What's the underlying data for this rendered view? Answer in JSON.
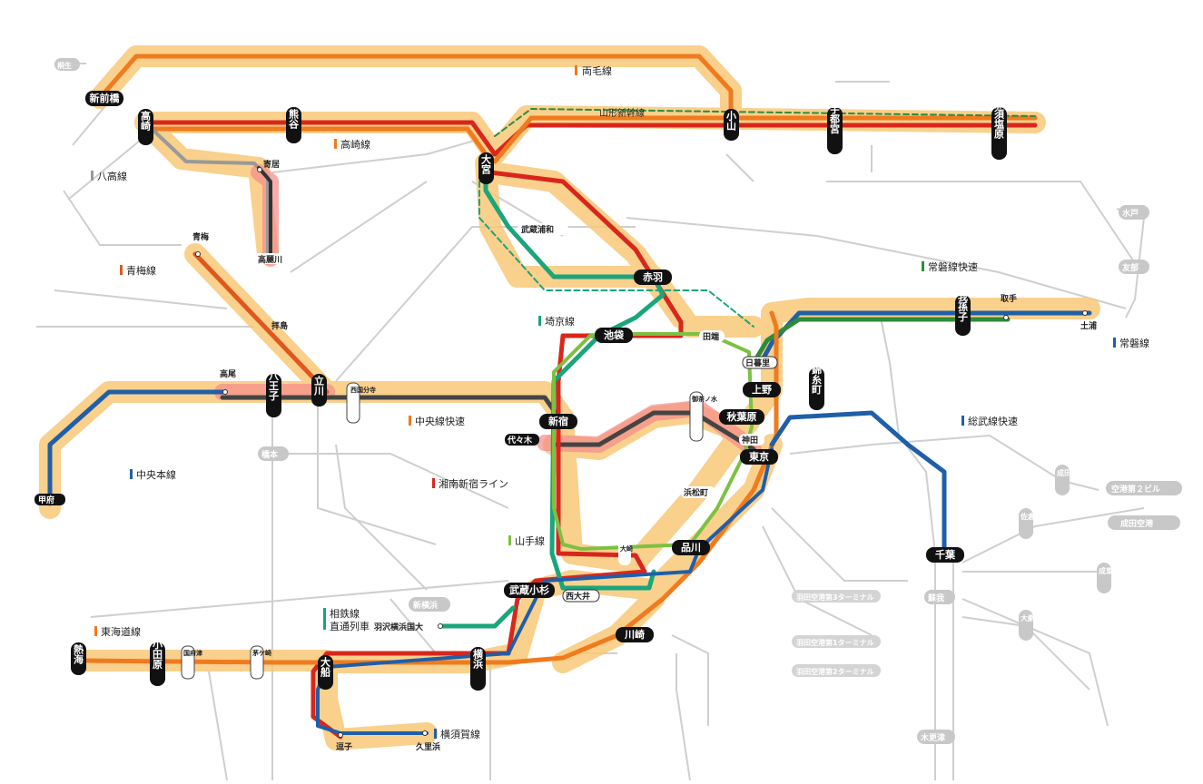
{
  "colors": {
    "glow": "#f8c878",
    "tohoku": "#f07a1e",
    "takasaki": "#d9261c",
    "shonan": "#d9261c",
    "chuo": "#e0571e",
    "keihin": "#1f5fa8",
    "joban": "#2e8b3a",
    "saikyo": "#1aa57a",
    "yamanote": "#7cc142",
    "hachiko": "#999999",
    "black": "#333333",
    "grey": "#c8c8c8"
  },
  "legend": [
    {
      "label": "両毛線",
      "color": "#f07a1e"
    },
    {
      "label": "高崎線",
      "color": "#f07a1e"
    },
    {
      "label": "八高線",
      "color": "#999999"
    },
    {
      "label": "青梅線",
      "color": "#e0571e"
    },
    {
      "label": "埼京線",
      "color": "#1aa57a"
    },
    {
      "label": "常磐線快速",
      "color": "#2e8b3a"
    },
    {
      "label": "常磐線",
      "color": "#1f5fa8"
    },
    {
      "label": "中央線快速",
      "color": "#f07a1e"
    },
    {
      "label": "総武線快速",
      "color": "#1f5fa8"
    },
    {
      "label": "中央本線",
      "color": "#1f5fa8"
    },
    {
      "label": "湘南新宿ライン",
      "color": "#d9261c"
    },
    {
      "label": "山手線",
      "color": "#7cc142"
    },
    {
      "label": "相鉄線",
      "color": "#1aa57a"
    },
    {
      "label": "直通列車",
      "color": "#1aa57a"
    },
    {
      "label": "東海道線",
      "color": "#f07a1e"
    },
    {
      "label": "横須賀線",
      "color": "#1f5fa8"
    }
  ],
  "shinkansen_label": "山形新幹線",
  "major_stations": [
    {
      "name": "新前橋"
    },
    {
      "name": "高崎"
    },
    {
      "name": "熊谷"
    },
    {
      "name": "小山"
    },
    {
      "name": "宇都宮"
    },
    {
      "name": "那須塩原"
    },
    {
      "name": "大宮"
    },
    {
      "name": "赤羽"
    },
    {
      "name": "池袋"
    },
    {
      "name": "上野"
    },
    {
      "name": "我孫子"
    },
    {
      "name": "錦糸町"
    },
    {
      "name": "秋葉原"
    },
    {
      "name": "東京"
    },
    {
      "name": "新宿"
    },
    {
      "name": "八王子"
    },
    {
      "name": "立川"
    },
    {
      "name": "品川"
    },
    {
      "name": "千葉"
    },
    {
      "name": "武蔵小杉"
    },
    {
      "name": "川崎"
    },
    {
      "name": "熱海"
    },
    {
      "name": "小田原"
    },
    {
      "name": "大船"
    },
    {
      "name": "横浜"
    }
  ],
  "minor_stations": [
    {
      "name": "寄居"
    },
    {
      "name": "高麗川"
    },
    {
      "name": "青梅"
    },
    {
      "name": "拝島"
    },
    {
      "name": "高尾"
    },
    {
      "name": "西国分寺"
    },
    {
      "name": "武蔵浦和"
    },
    {
      "name": "田端"
    },
    {
      "name": "日暮里"
    },
    {
      "name": "取手"
    },
    {
      "name": "土浦"
    },
    {
      "name": "御茶ノ水"
    },
    {
      "name": "神田"
    },
    {
      "name": "代々木"
    },
    {
      "name": "浜松町"
    },
    {
      "name": "大崎"
    },
    {
      "name": "西大井"
    },
    {
      "name": "甲府"
    },
    {
      "name": "国府津"
    },
    {
      "name": "茅ケ崎"
    },
    {
      "name": "羽沢横浜国大"
    },
    {
      "name": "逗子"
    },
    {
      "name": "久里浜"
    }
  ],
  "grey_stations": [
    {
      "name": "水戸"
    },
    {
      "name": "友部"
    },
    {
      "name": "成田"
    },
    {
      "name": "空港第２ビル"
    },
    {
      "name": "成田空港"
    },
    {
      "name": "佐倉"
    },
    {
      "name": "成東"
    },
    {
      "name": "大網"
    },
    {
      "name": "蘇我"
    },
    {
      "name": "木更津"
    },
    {
      "name": "新横浜"
    },
    {
      "name": "橋本"
    },
    {
      "name": "桐生"
    }
  ],
  "grey_labels": [
    {
      "name": "羽田空港第3ターミナル"
    },
    {
      "name": "羽田空港第1ターミナル"
    },
    {
      "name": "羽田空港第2ターミナル"
    }
  ]
}
